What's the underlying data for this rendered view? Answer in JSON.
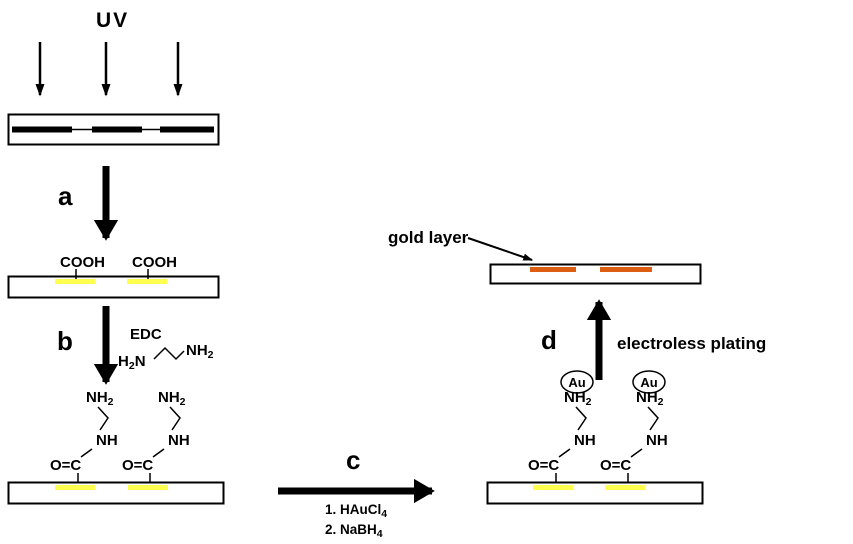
{
  "figure": {
    "title_uv": "UV",
    "step_a": "a",
    "step_b": "b",
    "step_c": "c",
    "step_d": "d",
    "cooh_left": "COOH",
    "cooh_right": "COOH",
    "edc": "EDC",
    "eda_h": "H",
    "eda_h_sub": "2",
    "eda_n": "N",
    "nh2_main": "NH",
    "nh2_sub": "2",
    "nh": "NH",
    "amide": "O=C",
    "au": "Au",
    "gold_layer": "gold layer",
    "electroless_plating": "electroless plating",
    "reagent1_main": "1. HAuCl",
    "reagent1_sub": "4",
    "reagent2_main": "2. NaBH",
    "reagent2_sub": "4",
    "colors": {
      "patch_yellow": "#ffff4f",
      "gold_orange": "#dd5e12"
    }
  }
}
